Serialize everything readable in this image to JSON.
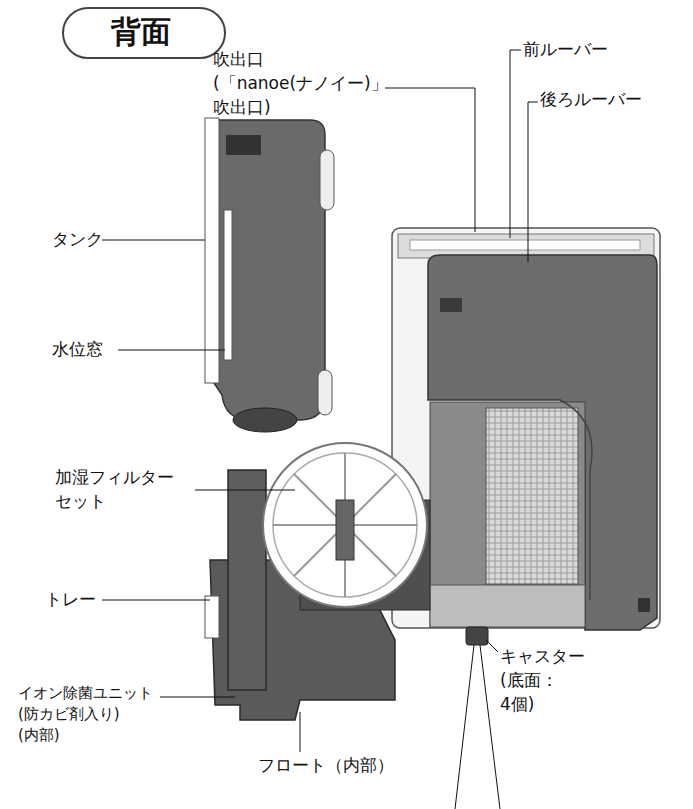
{
  "diagram": {
    "title": "背面",
    "labels": [
      "吹出口 (「nanoe(ナノイー)」 吹出口)",
      "前ルーバー",
      "後ろルーバー",
      "タンク",
      "水位窓",
      "加湿フィルター セット",
      "トレー",
      "イオン除菌ユニット (防カビ剤入り) (内部)",
      "フロート（内部）",
      "キャスター (底面：4個)"
    ]
  }
}
